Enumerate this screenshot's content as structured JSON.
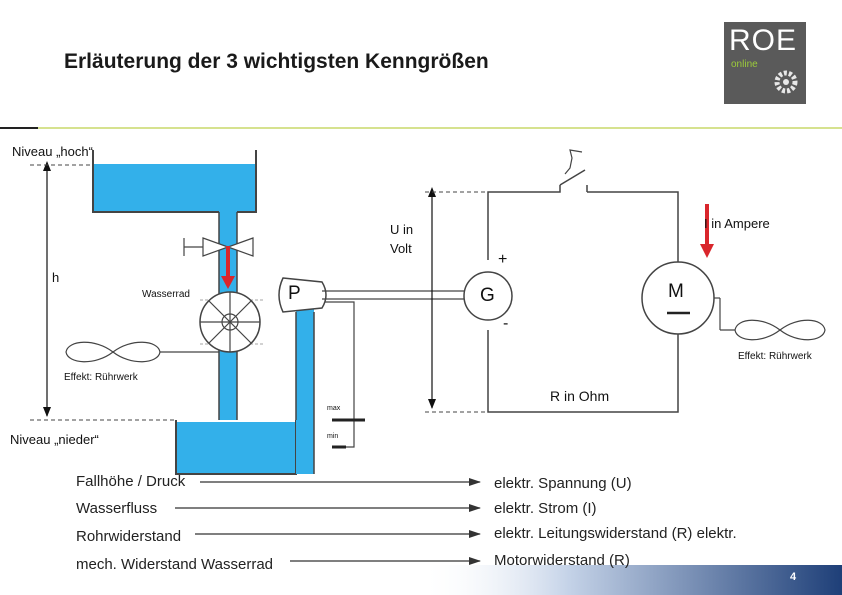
{
  "title": "Erläuterung der 3 wichtigsten Kenngrößen",
  "logo": {
    "main": "ROE",
    "sub": "online"
  },
  "labels": {
    "niveau_hoch": "Niveau „hoch“",
    "niveau_nieder": "Niveau „nieder“",
    "h": "h",
    "wasserrad": "Wasserrad",
    "effekt_left": "Effekt: Rührwerk",
    "effekt_right": "Effekt: Rührwerk",
    "max": "max",
    "min": "min",
    "pump": "P",
    "u_in_volt_line1": "U in",
    "u_in_volt_line2": "Volt",
    "i_in_ampere": "I in Ampere",
    "generator": "G",
    "motor": "M",
    "plus": "+",
    "minus": "-",
    "r_in_ohm": "R in Ohm"
  },
  "comparisons": [
    {
      "water": "Fallhöhe / Druck",
      "electric": "elektr. Spannung (U)"
    },
    {
      "water": "Wasserfluss",
      "electric": "elektr. Strom (I)"
    },
    {
      "water": "Rohrwiderstand",
      "electric": "elektr. Leitungswiderstand (R) elektr."
    },
    {
      "water": "mech. Widerstand Wasserrad",
      "electric": "Motorwiderstand (R)"
    }
  ],
  "page_number": "4",
  "colors": {
    "water": "#33b0ea",
    "arrow": "#d9262c",
    "logo_bg": "#5a5a5a",
    "logo_accent": "#9ccc3a",
    "footer": "#1e3f78"
  }
}
